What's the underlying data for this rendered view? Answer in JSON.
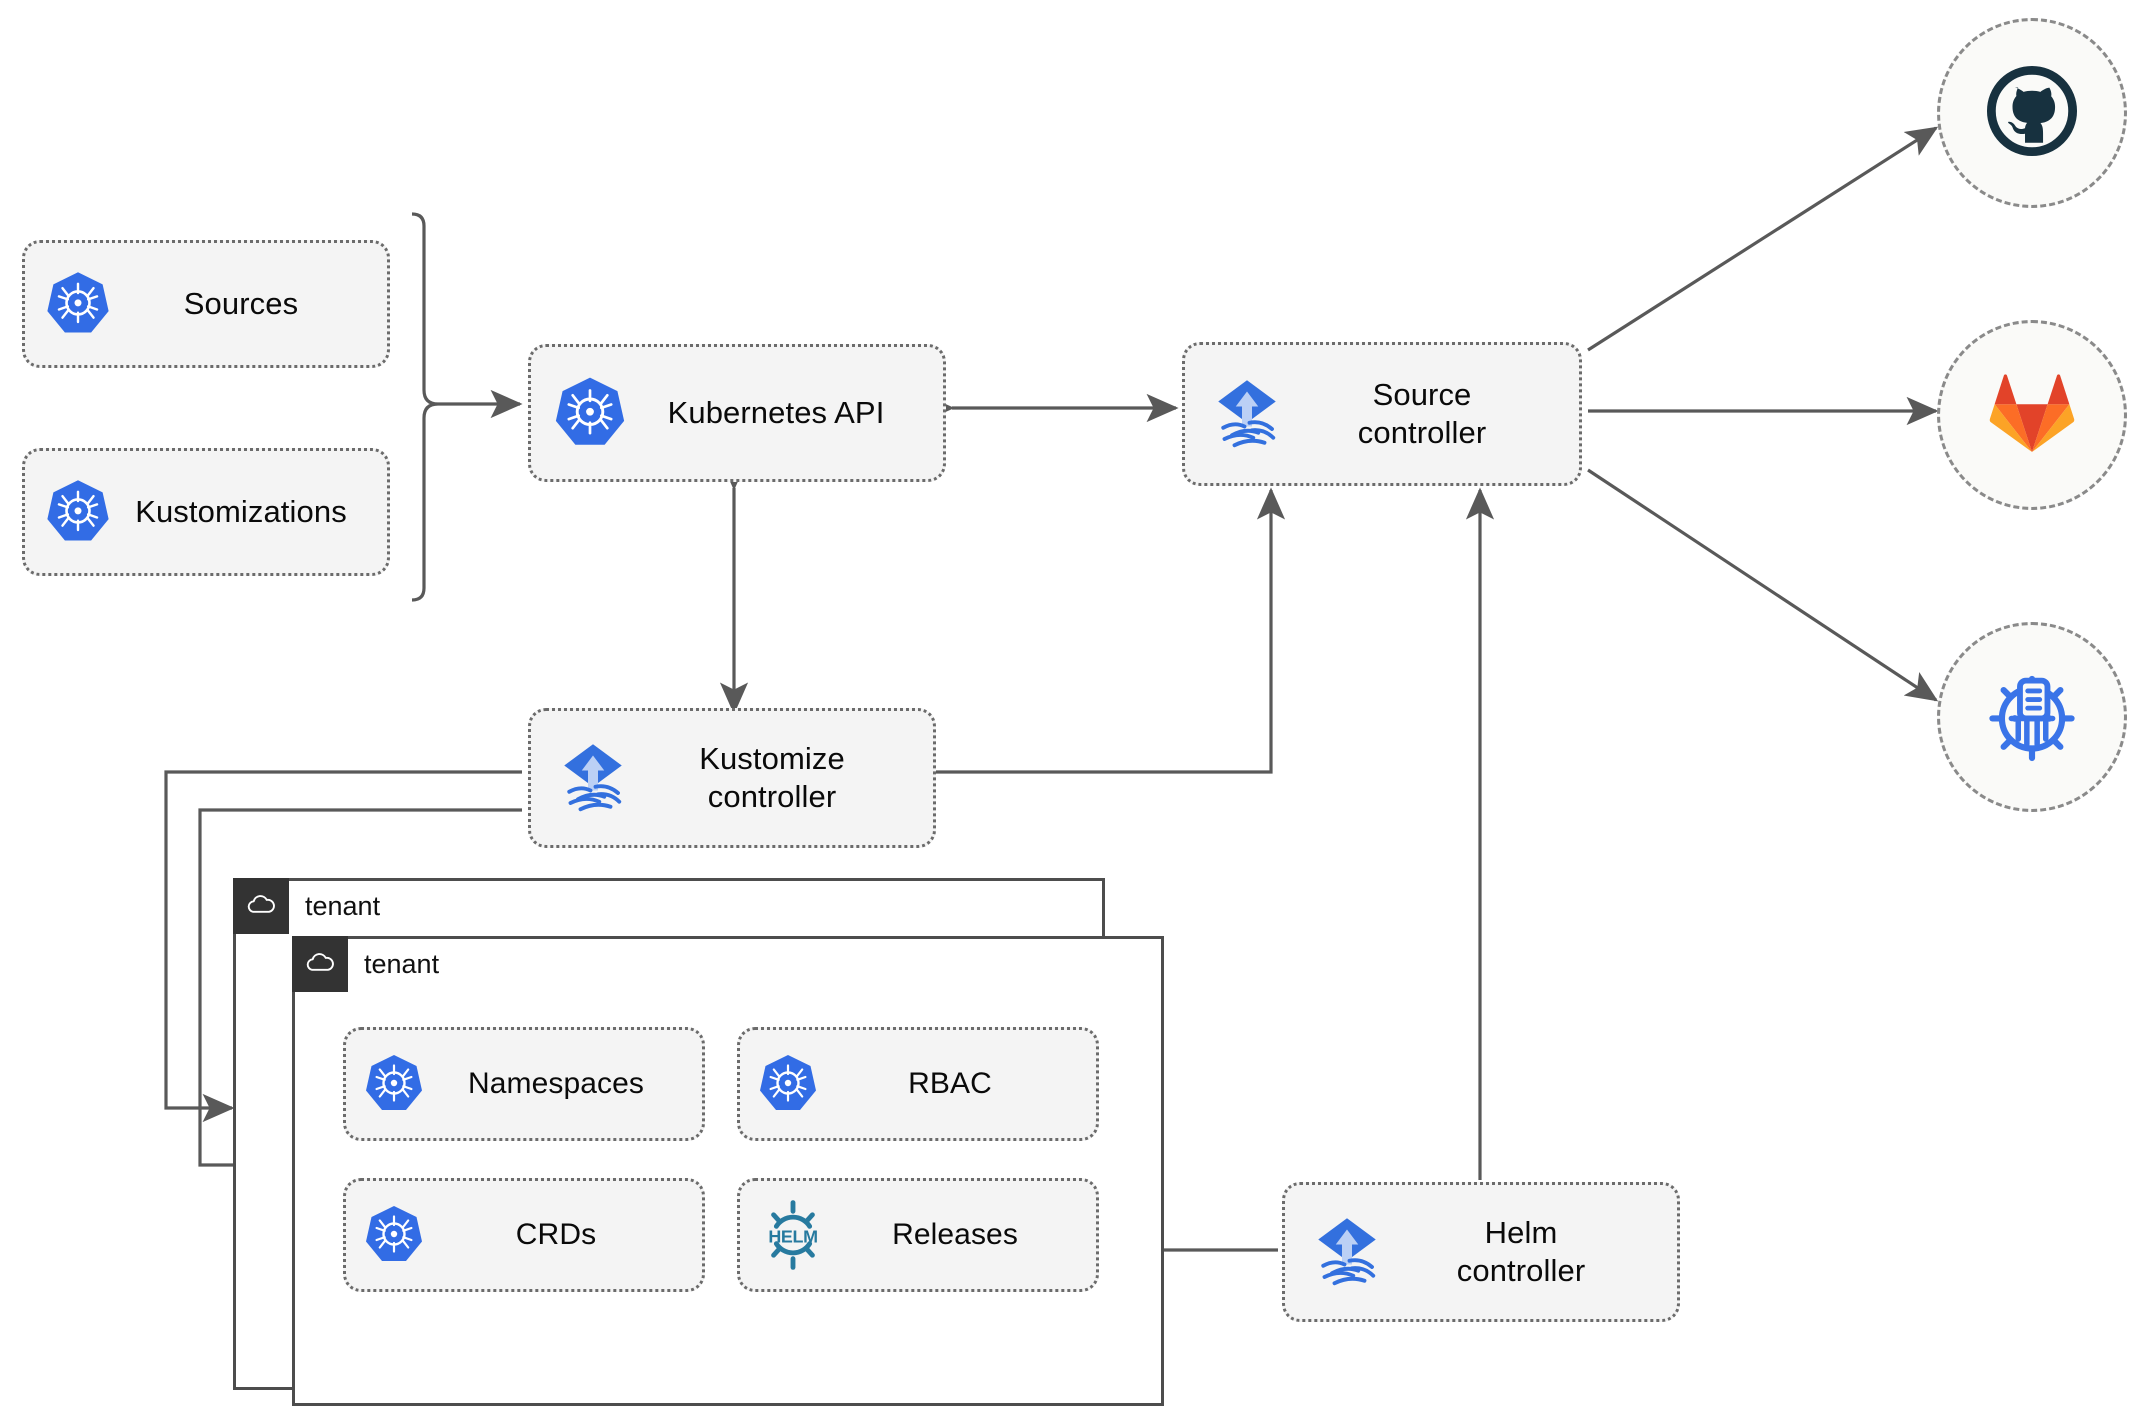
{
  "diagram": {
    "title": "Flux GitOps multi-tenancy architecture",
    "colors": {
      "node_fill": "#f4f4f4",
      "node_border": "#6b6b6b",
      "wire": "#595959",
      "kubernetes_blue": "#326CE5",
      "flux_blue": "#326CE5",
      "github_dark": "#17313f",
      "gitlab_orange": "#E24329",
      "gitlab_light_orange": "#FCA326",
      "helm_teal": "#277A9F",
      "tenant_header": "#333333"
    }
  },
  "nodes": {
    "sources": {
      "label": "Sources",
      "icon": "kubernetes-icon"
    },
    "kustomizations": {
      "label": "Kustomizations",
      "icon": "kubernetes-icon"
    },
    "kubernetes_api": {
      "label": "Kubernetes API",
      "icon": "kubernetes-icon"
    },
    "source_controller": {
      "label": "Source\ncontroller",
      "icon": "flux-icon"
    },
    "kustomize_controller": {
      "label": "Kustomize\ncontroller",
      "icon": "flux-icon"
    },
    "helm_controller": {
      "label": "Helm\ncontroller",
      "icon": "flux-icon"
    },
    "namespaces": {
      "label": "Namespaces",
      "icon": "kubernetes-icon"
    },
    "rbac": {
      "label": "RBAC",
      "icon": "kubernetes-icon"
    },
    "crds": {
      "label": "CRDs",
      "icon": "kubernetes-icon"
    },
    "releases": {
      "label": "Releases",
      "icon": "helm-icon"
    }
  },
  "providers": [
    {
      "name": "github",
      "icon": "github-icon"
    },
    {
      "name": "gitlab",
      "icon": "gitlab-icon"
    },
    {
      "name": "oci-registry",
      "icon": "flux-oci-icon"
    }
  ],
  "tenants": [
    {
      "label": "tenant",
      "icon": "cloud-icon"
    },
    {
      "label": "tenant",
      "icon": "cloud-icon"
    }
  ]
}
